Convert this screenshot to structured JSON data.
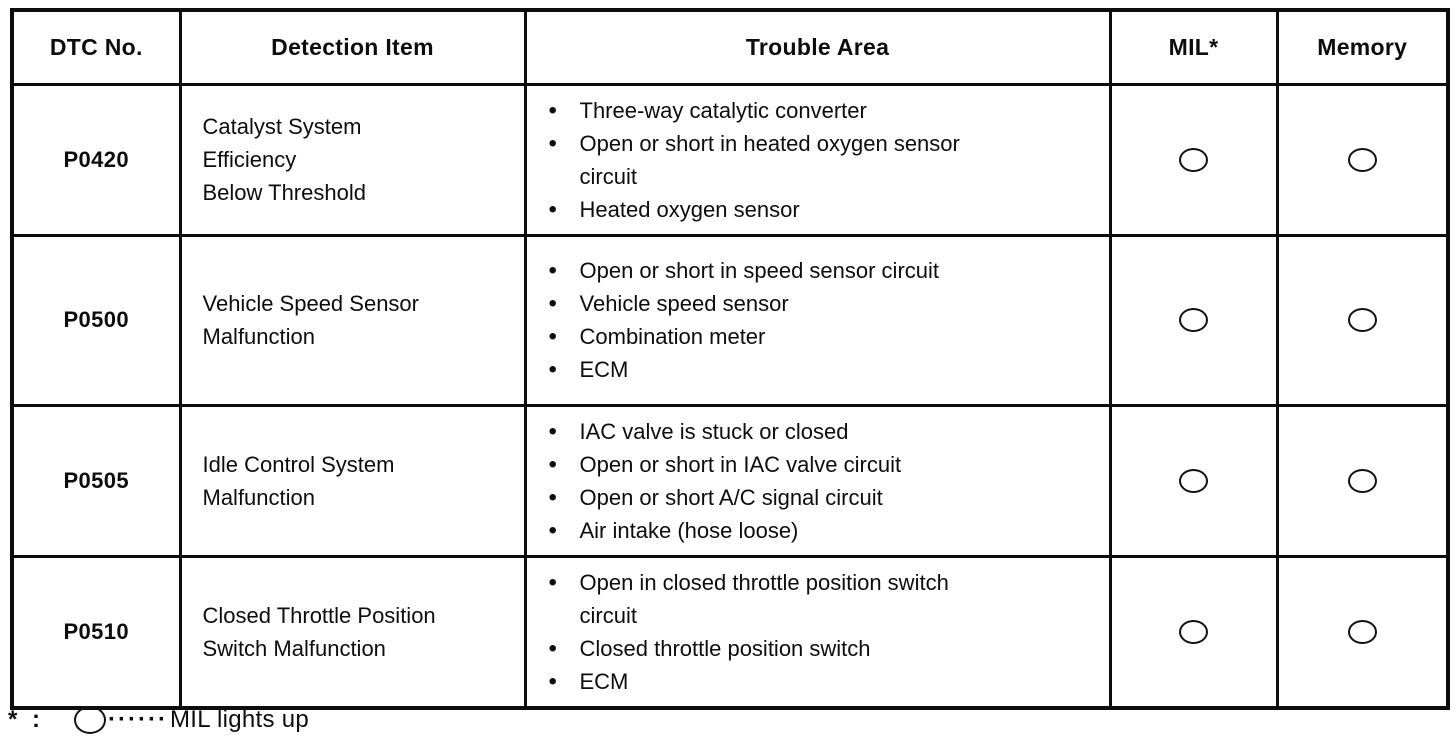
{
  "table": {
    "columns": [
      "DTC No.",
      "Detection Item",
      "Trouble Area",
      "MIL*",
      "Memory"
    ],
    "rows": [
      {
        "dtc": "P0420",
        "detection_item": "Catalyst System\nEfficiency\nBelow Threshold",
        "trouble_area": [
          "Three-way catalytic converter",
          "Open or short in heated oxygen sensor\ncircuit",
          "Heated oxygen sensor"
        ],
        "mil": true,
        "memory": true
      },
      {
        "dtc": "P0500",
        "detection_item": "Vehicle Speed Sensor\nMalfunction",
        "trouble_area": [
          "Open or short in speed sensor circuit",
          "Vehicle speed sensor",
          "Combination meter",
          "ECM"
        ],
        "mil": true,
        "memory": true
      },
      {
        "dtc": "P0505",
        "detection_item": "Idle Control System\nMalfunction",
        "trouble_area": [
          "IAC valve is stuck or closed",
          "Open or short in IAC valve circuit",
          "Open or short A/C signal circuit",
          "Air intake (hose loose)"
        ],
        "mil": true,
        "memory": true
      },
      {
        "dtc": "P0510",
        "detection_item": "Closed Throttle Position\nSwitch Malfunction",
        "trouble_area": [
          "Open in closed throttle position switch\ncircuit",
          "Closed throttle position switch",
          "ECM"
        ],
        "mil": true,
        "memory": true
      }
    ]
  },
  "footnote": {
    "marker": "* :",
    "dots": "······",
    "text": "MIL lights up"
  }
}
